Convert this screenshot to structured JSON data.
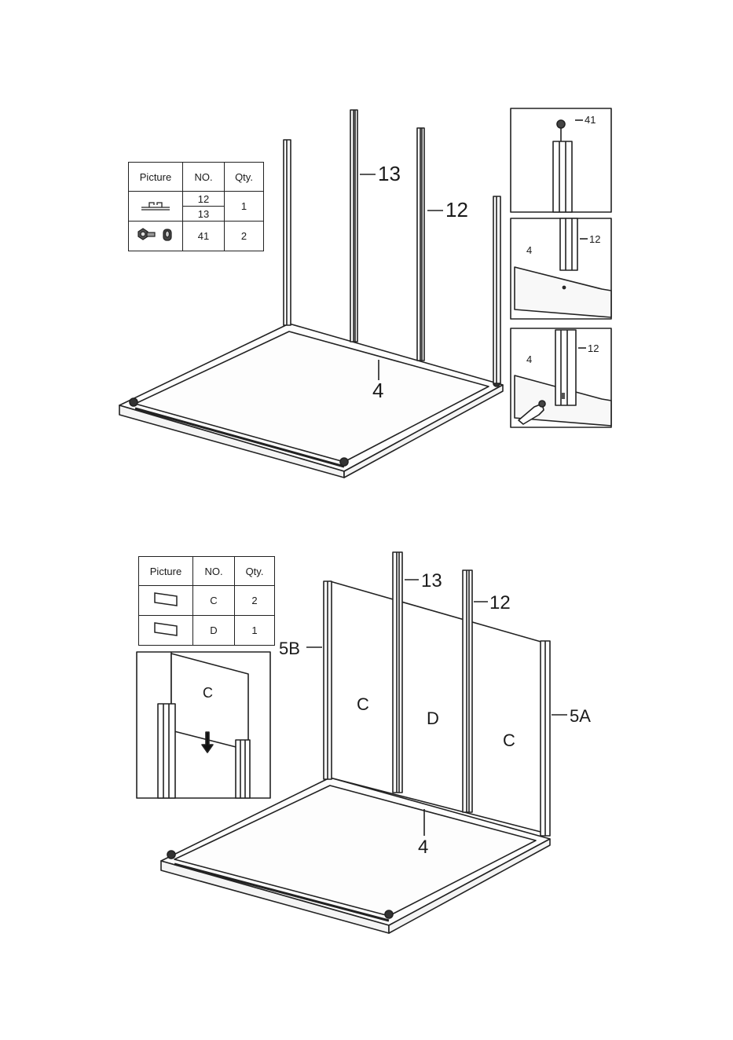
{
  "step1": {
    "table": {
      "headers": [
        "Picture",
        "NO.",
        "Qty."
      ],
      "rows": [
        {
          "icon": "profile-icon",
          "nos": [
            "12",
            "13"
          ],
          "qty": "1"
        },
        {
          "icon": "bolt-nut-icon",
          "nos": [
            "41"
          ],
          "qty": "2"
        }
      ]
    },
    "labels": {
      "part13": "13",
      "part12": "12",
      "part4": "4"
    },
    "details": {
      "top": {
        "part": "41"
      },
      "middle": {
        "part_a": "4",
        "part_b": "12"
      },
      "bottom": {
        "part_a": "4",
        "part_b": "12"
      }
    }
  },
  "step2": {
    "table": {
      "headers": [
        "Picture",
        "NO.",
        "Qty."
      ],
      "rows": [
        {
          "icon": "panel-icon",
          "no": "C",
          "qty": "2"
        },
        {
          "icon": "panel-icon",
          "no": "D",
          "qty": "1"
        }
      ]
    },
    "labels": {
      "part13": "13",
      "part12": "12",
      "part5b": "5B",
      "part5a": "5A",
      "part4": "4"
    },
    "panels": [
      "C",
      "D",
      "C"
    ],
    "detail": {
      "panel": "C"
    }
  }
}
